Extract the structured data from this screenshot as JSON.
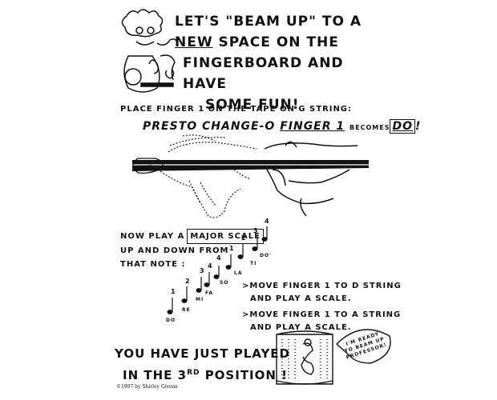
{
  "title": {
    "line1": "LET'S \"BEAM UP\" TO A",
    "new_word": "NEW",
    "line2_rest": " SPACE ON THE",
    "line3": "FINGERBOARD AND HAVE",
    "line4": "SOME FUN!"
  },
  "instruction": "PLACE FINGER 1 ON THE TAPE ON G STRING:",
  "presto": {
    "start": "PRESTO CHANGE-O ",
    "finger": "FINGER 1",
    "becomes": "BECOMES",
    "do_word": "DO",
    "end": "!"
  },
  "scale_intro": {
    "line1": "NOW PLAY A",
    "boxed": "MAJOR SCALE",
    "line2": "UP AND DOWN FROM",
    "line3": "THAT NOTE :"
  },
  "notes": [
    {
      "syllable": "DO",
      "finger": "1"
    },
    {
      "syllable": "RE",
      "finger": "2"
    },
    {
      "syllable": "MI",
      "finger": "3"
    },
    {
      "syllable": "FA",
      "finger": "4"
    },
    {
      "syllable": "SO",
      "finger": "4"
    },
    {
      "syllable": "LA",
      "finger": "1"
    },
    {
      "syllable": "TI",
      "finger": "2"
    },
    {
      "syllable": "DO'",
      "finger": "3"
    },
    {
      "syllable": "",
      "finger": "4"
    }
  ],
  "moves": [
    {
      "line1": ">MOVE FINGER 1 TO D STRING",
      "line2": "AND PLAY A SCALE."
    },
    {
      "line1": ">MOVE FINGER 1 TO A STRING",
      "line2": "AND PLAY A SCALE."
    }
  ],
  "bottom": {
    "line1": "YOU HAVE JUST PLAYED",
    "line2_start": "IN THE 3",
    "sup": "rd",
    "line2_end": " POSITION !"
  },
  "bubble": {
    "line1": "I'M READY",
    "line2": "TO BEAM UP",
    "line3": "PROFESSOR!"
  },
  "copyright": "©1997 by Shirley Givens"
}
